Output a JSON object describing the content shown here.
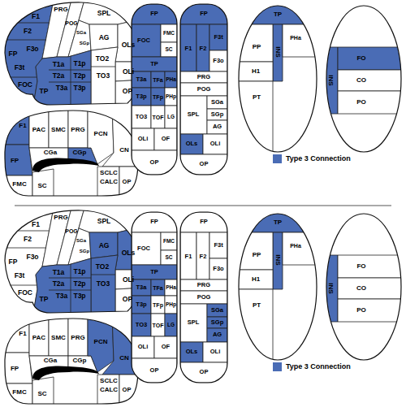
{
  "diagram": {
    "labels": [
      "FP",
      "F1",
      "F2",
      "F3o",
      "F3t",
      "FOC",
      "PRG",
      "POG",
      "SGa",
      "SGp",
      "SPL",
      "AG",
      "OLs",
      "OLi",
      "OP",
      "TO2",
      "TO3",
      "T1a",
      "T2a",
      "T3a",
      "T1p",
      "T2p",
      "T3p",
      "TP",
      "F1",
      "PAC",
      "SMC",
      "PRG",
      "PCN",
      "CN",
      "SCLC",
      "CALC",
      "OP",
      "CGa",
      "CGp",
      "FP",
      "FMC",
      "SC",
      "FP",
      "FOC",
      "FMC",
      "SC",
      "TP",
      "T3a",
      "TFa",
      "PHa",
      "T3p",
      "TFp",
      "PHp",
      "TO3",
      "TOF",
      "LG",
      "OLi",
      "OF",
      "OP",
      "FP",
      "F1",
      "F2",
      "F3t",
      "F3o",
      "PRG",
      "POG",
      "SGa",
      "SPL",
      "SGp",
      "AG",
      "OLs",
      "OLi",
      "OP",
      "TP",
      "PHa",
      "INS",
      "PP",
      "H1",
      "PT",
      "INS",
      "FO",
      "CO",
      "PO",
      "FP",
      "F1",
      "F2",
      "F3o",
      "F3t",
      "FOC",
      "PRG",
      "POG",
      "SGa",
      "SGp",
      "SPL",
      "AG",
      "OLs",
      "OLi",
      "OP",
      "TO2",
      "TO3",
      "T1a",
      "T2a",
      "T3a",
      "T1p",
      "T2p",
      "T3p",
      "TP",
      "F1",
      "PAC",
      "SMC",
      "PRG",
      "PCN",
      "CN",
      "SCLC",
      "CALC",
      "OP",
      "CGa",
      "CGp",
      "FP",
      "FMC",
      "SC",
      "FP",
      "FOC",
      "FMC",
      "SC",
      "TP",
      "T3a",
      "TFa",
      "PHa",
      "T3p",
      "TFp",
      "PHp",
      "TO3",
      "TOF",
      "LG",
      "OLi",
      "OF",
      "OP",
      "FP",
      "F1",
      "F2",
      "F3t",
      "F3o",
      "PRG",
      "POG",
      "SGa",
      "SPL",
      "SGp",
      "AG",
      "OLs",
      "OLi",
      "OP",
      "TP",
      "PHa",
      "INS",
      "PP",
      "H1",
      "PT",
      "INS",
      "FO",
      "CO",
      "PO"
    ],
    "legend": [
      {
        "text": "Type 3 Connection",
        "color": "#4a6cb5"
      },
      {
        "text": "Type 3 Connection",
        "color": "#4a6cb5"
      }
    ]
  }
}
